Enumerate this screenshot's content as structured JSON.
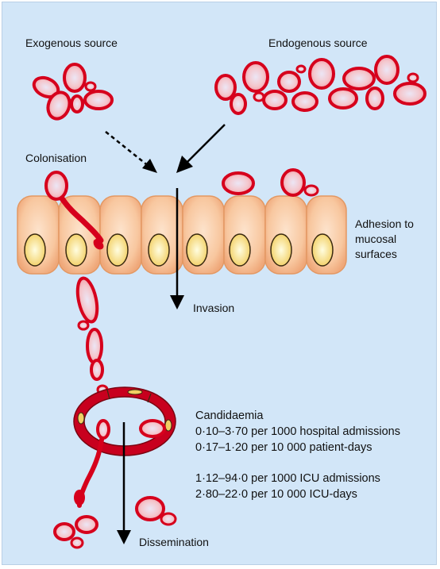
{
  "labels": {
    "exogenous": "Exogenous source",
    "endogenous": "Endogenous source",
    "colonisation": "Colonisation",
    "adhesion_1": "Adhesion to",
    "adhesion_2": "mucosal",
    "adhesion_3": "surfaces",
    "invasion": "Invasion",
    "dissemination": "Dissemination"
  },
  "stats": {
    "title": "Candidaemia",
    "hospital_admissions": "0·10–3·70 per 1000 hospital admissions",
    "patient_days": "0·17–1·20 per 10 000 patient-days",
    "icu_admissions": "1·12–94·0 per 1000 ICU admissions",
    "icu_days": "2·80–22·0 per 10 000 ICU-days"
  },
  "colors": {
    "background": "#d2e6f8",
    "cell_fill": "#f6c29a",
    "cell_stroke": "#e39863",
    "nucleus": "#f3d77a",
    "yeast_red": "#d6001c",
    "yeast_pink": "#f7b3b8",
    "yeast_light": "#eae4f3",
    "vessel_red": "#c8001e"
  }
}
